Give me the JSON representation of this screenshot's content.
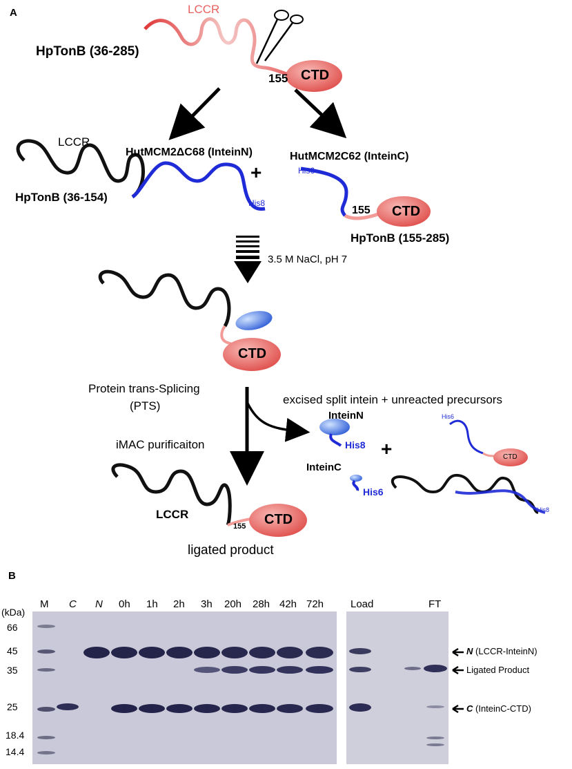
{
  "panel_a": {
    "label": "A",
    "full_protein_label": "HpTonB (36-285)",
    "lccr_top": "LCCR",
    "site_155": "155",
    "ctd": "CTD",
    "n_fragment": {
      "lccr": "LCCR",
      "intein_label": "HutMCM2ΔC68 (InteinN)",
      "range": "HpTonB (36-154)",
      "tag": "His8"
    },
    "plus": "+",
    "c_fragment": {
      "intein_label": "HutMCM2C62 (InteinC)",
      "tag": "His6",
      "site": "155",
      "ctd": "CTD",
      "range": "HpTonB (155-285)"
    },
    "condition": "3.5 M NaCl, pH 7",
    "pts_line1": "Protein trans-Splicing",
    "pts_line2": "(PTS)",
    "excised": "excised split intein + unreacted precursors",
    "imac": "iMAC purificaiton",
    "product": {
      "lccr": "LCCR",
      "site": "155",
      "ctd": "CTD",
      "caption": "ligated product"
    },
    "byproducts": {
      "intein_n": "InteinN",
      "his8": "His8",
      "intein_c": "InteinC",
      "his6": "His6",
      "plus": "+",
      "small_his6": "His6",
      "small_ctd": "CTD",
      "small_his8": "His8"
    }
  },
  "panel_b": {
    "label": "B",
    "unit": "(kDa)",
    "markers": [
      "66",
      "45",
      "35",
      "25",
      "18.4",
      "14.4"
    ],
    "lanes": [
      "M",
      "C",
      "N",
      "0h",
      "1h",
      "2h",
      "3h",
      "20h",
      "28h",
      "42h",
      "72h"
    ],
    "lanes2": [
      "Load",
      "FT"
    ],
    "annotations": [
      {
        "key": "N",
        "text": "(LCCR-InteinN)"
      },
      {
        "key": "",
        "text": "Ligated Product"
      },
      {
        "key": "C",
        "text": "(InteinC-CTD)"
      }
    ],
    "colors": {
      "lccr": "#e8615f",
      "linker": "#111111",
      "intein": "#1f2bd6",
      "ctd": "#ea6f6c"
    }
  }
}
